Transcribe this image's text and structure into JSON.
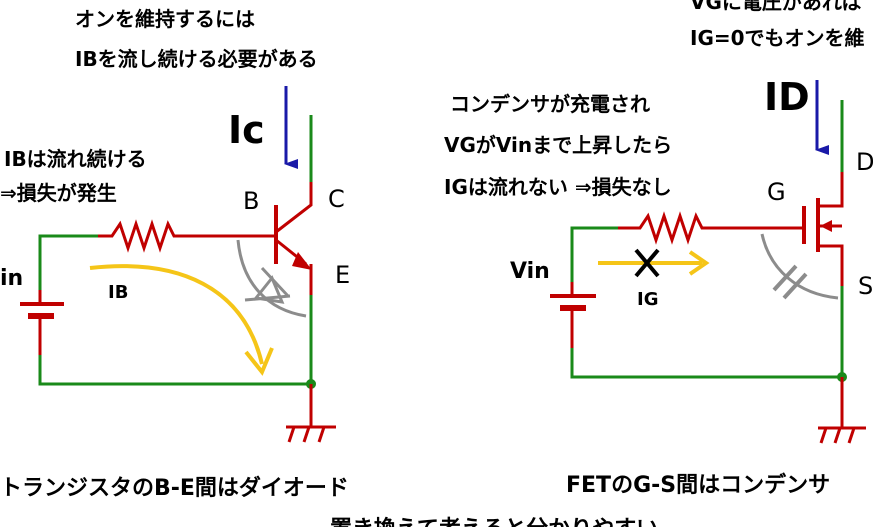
{
  "bjt": {
    "note_top_line1": "オンを維持するには",
    "note_top_line2": "IBを流し続ける必要がある",
    "note_left_line1": "IBは流れ続ける",
    "note_left_line2": "⇒損失が発生",
    "label_ic": "Ic",
    "label_b": "B",
    "label_c": "C",
    "label_e": "E",
    "label_vin": "in",
    "label_ib": "IB",
    "caption": "トランジスタのB-E間はダイオード"
  },
  "fet": {
    "note_top_line1": "VGに電圧があれば",
    "note_top_line2": "IG=0でもオンを維",
    "note_mid_line1": "コンデンサが充電され",
    "note_mid_line2": "VGがVinまで上昇したら",
    "note_mid_line3": "IGは流れない ⇒損失なし",
    "label_id": "ID",
    "label_d": "D",
    "label_g": "G",
    "label_s": "S",
    "label_vin": "Vin",
    "label_ig": "IG",
    "caption": "FETのG-S間はコンデンサ"
  },
  "footer_partial": "置き換えて考えると分かりやすい",
  "colors": {
    "wire_red": "#c00000",
    "wire_green": "#1a8a1a",
    "arrow_blue": "#1a1aa8",
    "current_yellow": "#f5c518",
    "equiv_gray": "#8c8c8c"
  }
}
